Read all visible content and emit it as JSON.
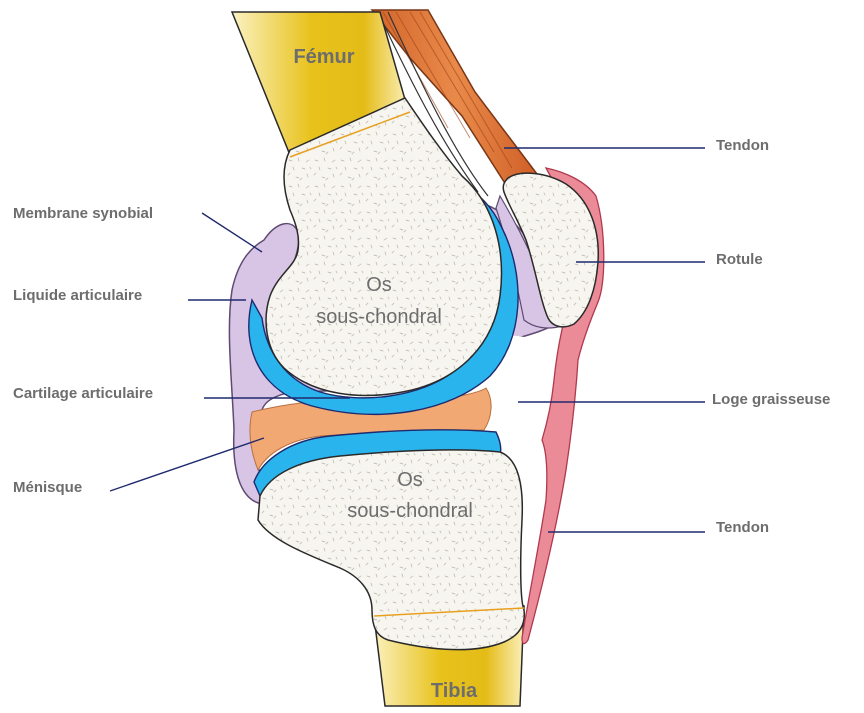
{
  "diagram": {
    "bones": {
      "femur": "Fémur",
      "tibia": "Tibia",
      "upper_inner": [
        "Os",
        "sous-chondral"
      ],
      "lower_inner": [
        "Os",
        "sous-chondral"
      ]
    },
    "labels": {
      "tendon_top": "Tendon",
      "rotule": "Rotule",
      "loge": "Loge graisseuse",
      "tendon_bottom": "Tendon",
      "membrane": "Membrane synobial",
      "liquide": "Liquide articulaire",
      "cartilage": "Cartilage articulaire",
      "menisque": "Ménisque"
    },
    "colors": {
      "bone_shaft_gold": "#e8c21b",
      "bone_shaft_light": "#fbf2c2",
      "spongy_bone": "#f6f4ee",
      "cartilage": "#2ab4ee",
      "synovial": "#d8c4e4",
      "meniscus": "#f2a872",
      "muscle": "#e07a3c",
      "patellar_tendon": "#eb8b97",
      "leader_line": "#1f2a6e",
      "text": "#6d6d6d"
    }
  }
}
